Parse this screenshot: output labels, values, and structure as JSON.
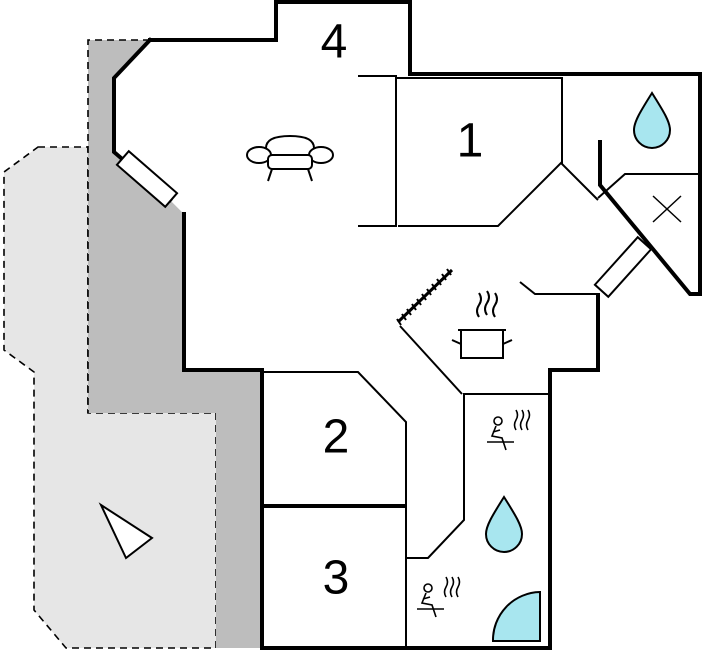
{
  "rooms": [
    {
      "id": "room-1",
      "label": "1"
    },
    {
      "id": "room-2",
      "label": "2"
    },
    {
      "id": "room-3",
      "label": "3"
    },
    {
      "id": "room-4",
      "label": "4"
    }
  ],
  "icons": {
    "sofa": "sofa-icon",
    "cooking_pot": "cooking-pot-icon",
    "water_drop": "water-drop-icon",
    "toilet_x": "toilet-icon",
    "sauna": "sauna-icon",
    "shower": "shower-icon",
    "compass": "compass-arrow-icon",
    "window": "window-icon",
    "stairs": "stairs-icon"
  },
  "colors": {
    "wall": "#000000",
    "terrace": "#bdbdbd",
    "garden": "#e6e6e6",
    "water": "#a8e6ef",
    "background": "#ffffff"
  }
}
